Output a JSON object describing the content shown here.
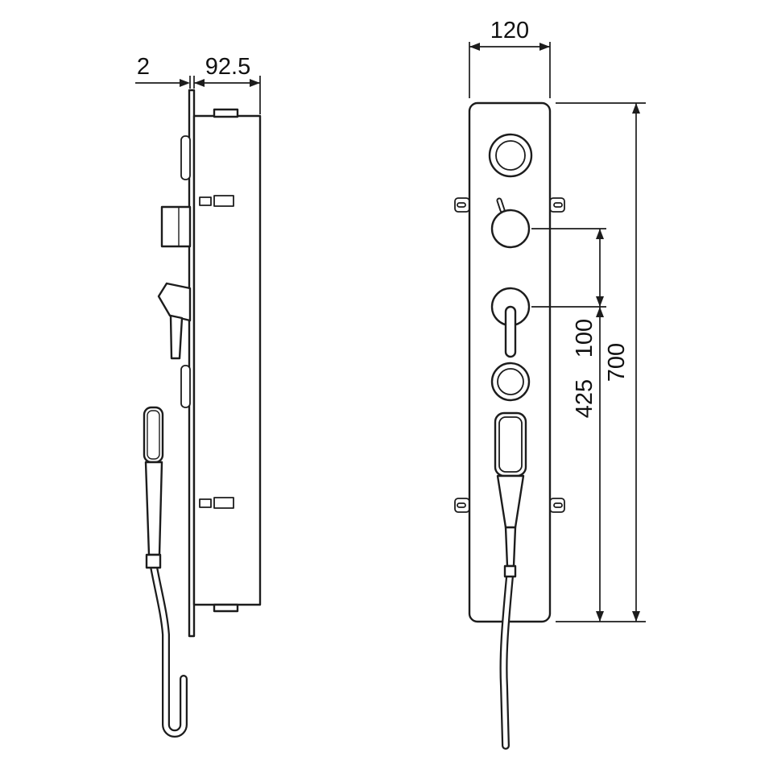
{
  "drawing": {
    "background": "#ffffff",
    "line_color": "#1c1c1c",
    "dimension_labels": {
      "plate_thickness": "2",
      "panel_depth": "92.5",
      "panel_width": "120",
      "control_spacing": "100",
      "lower_span": "425",
      "panel_height": "700"
    }
  }
}
